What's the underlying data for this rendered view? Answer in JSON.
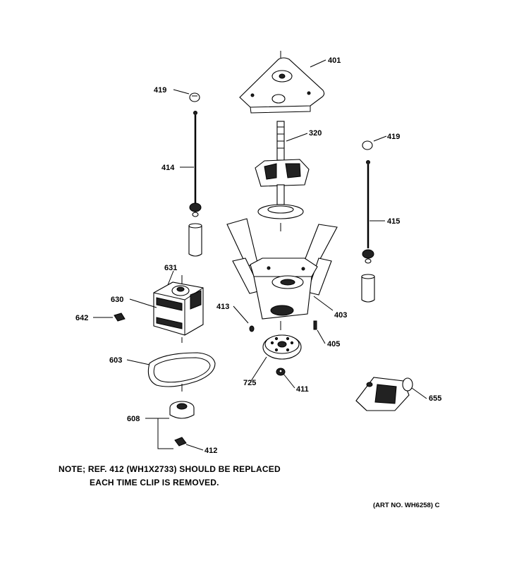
{
  "callouts": {
    "c401": "401",
    "c419a": "419",
    "c419b": "419",
    "c320": "320",
    "c414": "414",
    "c415": "415",
    "c631": "631",
    "c630": "630",
    "c642": "642",
    "c413": "413",
    "c403": "403",
    "c405": "405",
    "c603": "603",
    "c725": "725",
    "c411": "411",
    "c655": "655",
    "c608": "608",
    "c412": "412"
  },
  "note": {
    "line1": "NOTE; REF. 412 (WH1X2733) SHOULD BE REPLACED",
    "line2": "EACH TIME CLIP IS REMOVED."
  },
  "art_number": "(ART NO. WH6258) C"
}
